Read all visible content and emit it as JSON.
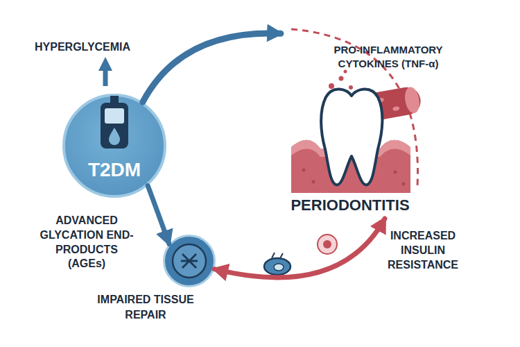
{
  "diagram": {
    "nodes": [
      {
        "text": [
          "T2DM"
        ]
      },
      {
        "text": [
          "PERIODONTITIS"
        ]
      },
      {
        "text": [
          "IMPAIRED TISSUE REPAIR"
        ]
      }
    ],
    "edges": [
      {
        "from": 0,
        "to": 1,
        "arrow": "to"
      },
      {
        "from": 0,
        "to": 2,
        "arrow": "to"
      },
      {
        "from": 2,
        "to": 1,
        "arrow": "both"
      }
    ],
    "labels": [
      "HYPERGLYCEMIA",
      "PRO-INFLAMMATORY CYTOKINES (TNF-α)",
      "ADVANCED GLYCATION END-PRODUCTS (AGEs)",
      "INCREASED INSULIN RESISTANCE"
    ]
  }
}
